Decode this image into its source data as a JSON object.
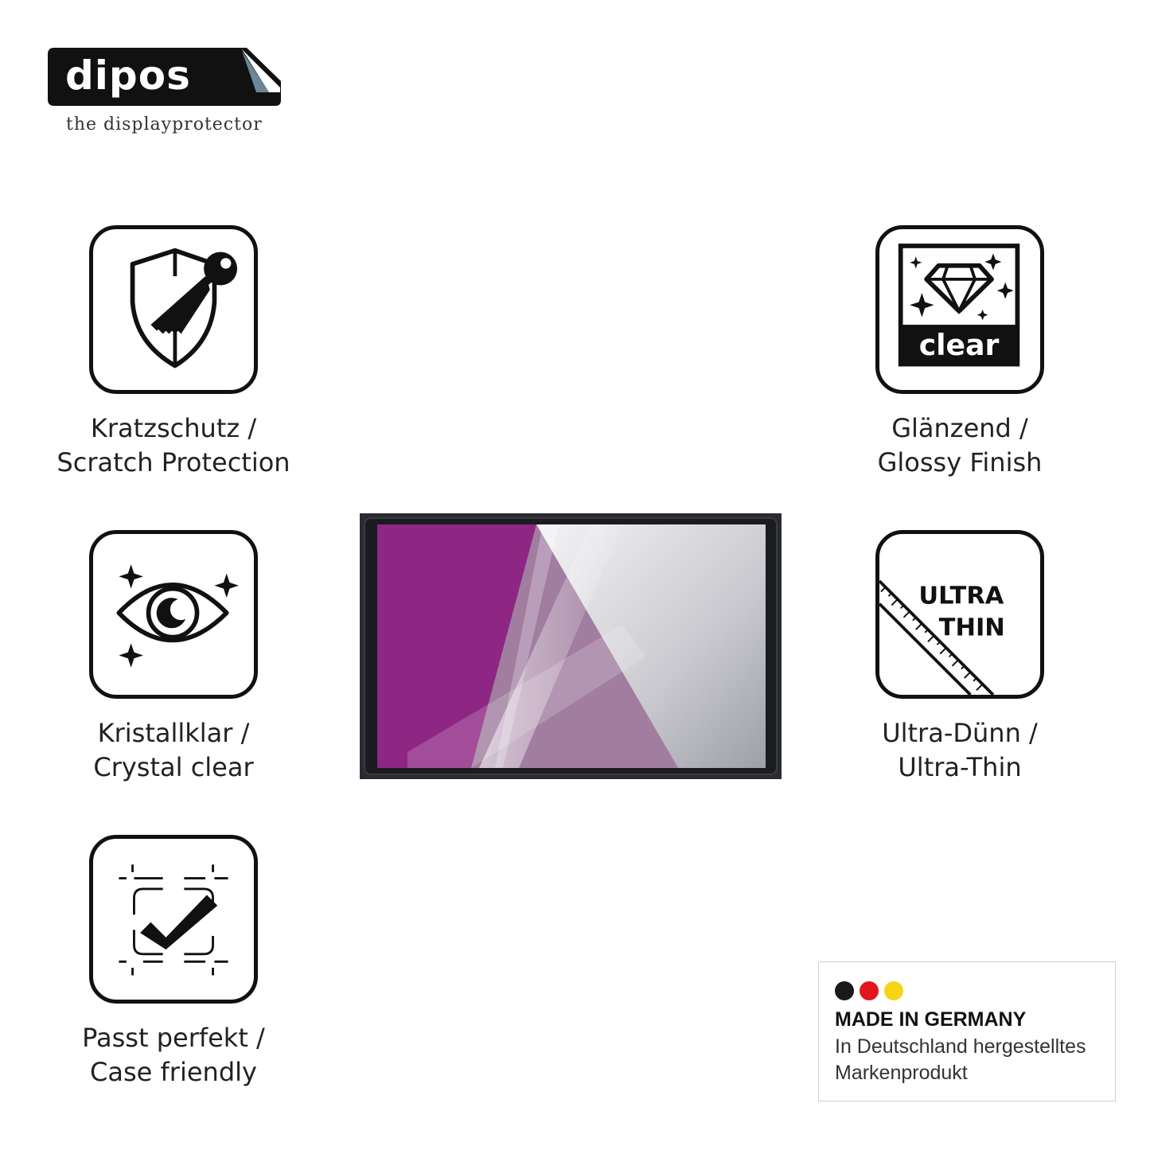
{
  "logo": {
    "brand": "dipos",
    "tagline": "the displayprotector"
  },
  "features": [
    {
      "icon": "shield-key-icon",
      "line1": "Kratzschutz /",
      "line2": "Scratch Protection"
    },
    {
      "icon": "eye-sparkle-icon",
      "line1": "Kristallklar /",
      "line2": "Crystal clear"
    },
    {
      "icon": "case-check-icon",
      "line1": "Passt perfekt /",
      "line2": "Case friendly"
    },
    {
      "icon": "diamond-clear-icon",
      "icon_text": "clear",
      "line1": "Glänzend /",
      "line2": "Glossy Finish"
    },
    {
      "icon": "ultra-thin-ruler-icon",
      "icon_text_1": "ULTRA",
      "icon_text_2": "THIN",
      "line1": "Ultra-Dünn /",
      "line2": "Ultra-Thin"
    }
  ],
  "badge": {
    "title": "MADE IN GERMANY",
    "line1": "In Deutschland hergestelltes",
    "line2": "Markenprodukt",
    "flag_colors": [
      "#1a1a1a",
      "#e3161b",
      "#f7d417"
    ]
  },
  "colors": {
    "tablet_screen": "#8e2683",
    "tablet_frame": "#1d1e22"
  }
}
